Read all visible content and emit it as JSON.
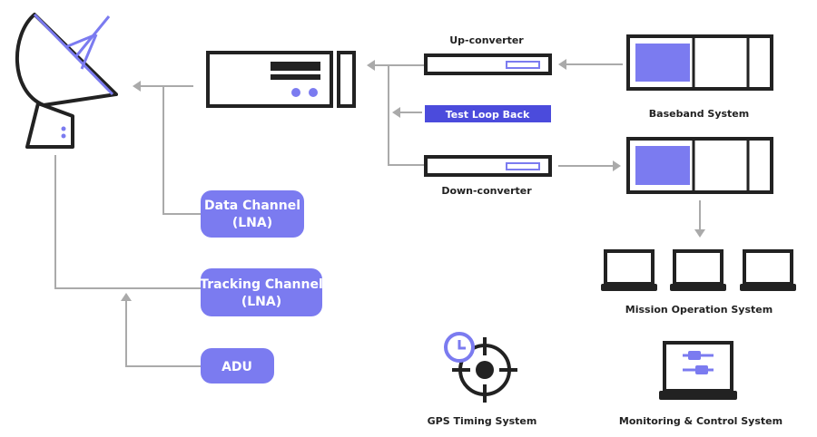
{
  "nodes": {
    "up_converter": "Up-converter",
    "test_loop_back": "Test Loop Back",
    "down_converter": "Down-converter",
    "baseband_system": "Baseband System",
    "data_channel": [
      "Data Channel",
      "(LNA)"
    ],
    "tracking_channel": [
      "Tracking Channel",
      "(LNA)"
    ],
    "adu": "ADU",
    "mission_operation_system": "Mission Operation System",
    "gps_timing_system": "GPS Timing System",
    "monitoring_control_system": "Monitoring & Control System"
  },
  "icons": {
    "antenna": "satellite-dish-icon",
    "transceiver": "rack-unit-icon",
    "converter": "converter-unit-icon",
    "baseband": "server-icon",
    "laptop": "laptop-icon",
    "gps": "crosshair-clock-icon",
    "monitor": "laptop-sliders-icon"
  },
  "colors": {
    "accent": "#7b7bf0",
    "accent_dark": "#4b4bdc",
    "line": "#aaaaaa",
    "outline": "#222222"
  }
}
